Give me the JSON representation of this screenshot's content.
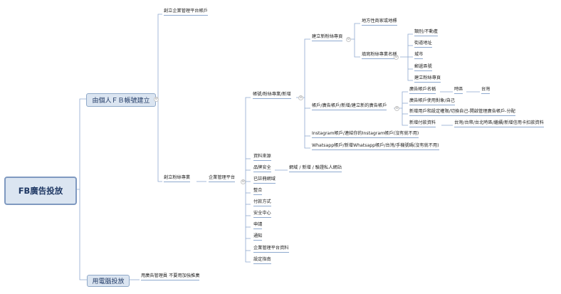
{
  "root": "FB廣告投放",
  "branch1": {
    "label": "由個人ＦＢ帳號建立",
    "child_create_platform": "創立企業管理平台帳戶",
    "child_create_ads": "創立粉絲專業",
    "child_manage_platform": "企業管理平台",
    "fans_page_node": "帳號/粉絲專業/新增",
    "create_new_fans": "建立新粉絲專頁",
    "fans_page_children": {
      "local_place": "地方性商家或地標",
      "fill_info": "填寫粉絲專業名稱",
      "info_items": [
        "類別/不動產",
        "街道地址",
        "城市",
        "郵遞區號",
        "建立粉絲專頁"
      ]
    },
    "ad_account_node": "帳戶/廣告帳戶/新增/建立新的廣告帳戶",
    "ad_account_children": {
      "ad_name": "廣告帳戶名稱",
      "timezone": "時區",
      "timezone_value": "台灣",
      "use_for": "廣告帳戶使用對象/自己",
      "add_user": "新增用戶和設定權限/切換自己-開啟管理廣告帳戶-分配",
      "payment": "新增付款資料",
      "payment_detail": "台灣/台幣/台北時區/繼續/新增信用卡扣款資料"
    },
    "instagram": "Instagram帳戶/連結你的Instagram帳戶(沒有就不用)",
    "whatsapp": "Whatsapp帳戶/新增Whatsapp帳戶/台灣/手機號碼(沒有就不用)",
    "platform_items": [
      "資料來源",
      "品牌安全",
      "已註冊網域",
      "整合",
      "付款方式",
      "安全中心",
      "申請",
      "通知",
      "企業管理平台資料",
      "設定指南"
    ],
    "brand_safety_detail": "網域 / 新增 / 驗證私人網站"
  },
  "branch2": {
    "label": "用電腦投放",
    "child": "用廣告管理員 不要用加強推廣"
  }
}
